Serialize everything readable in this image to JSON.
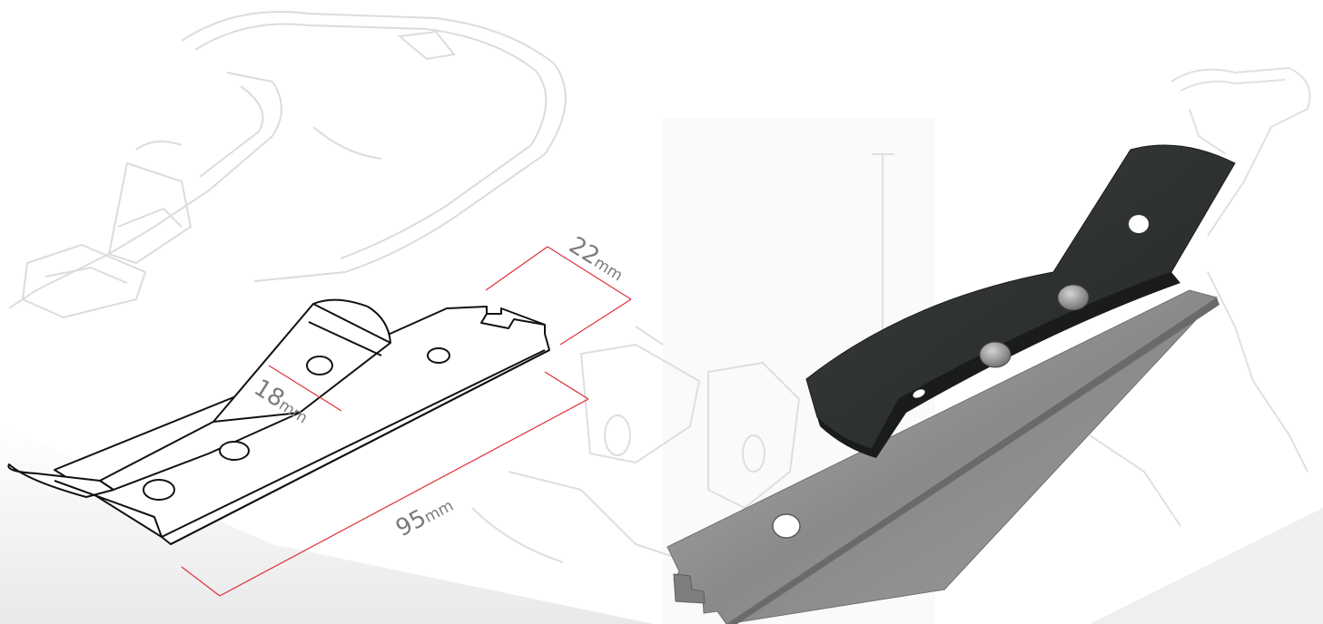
{
  "dimensions": [
    {
      "id": "width_top",
      "value": "22",
      "unit": "mm"
    },
    {
      "id": "hole_width",
      "value": "18",
      "unit": "mm"
    },
    {
      "id": "length",
      "value": "95",
      "unit": "mm"
    }
  ],
  "colors": {
    "dimension_line": "#e0303a",
    "dimension_text": "#7c7c7c",
    "drawing_line": "#111111",
    "ghost_line": "#dcdcdc",
    "steel": "#8e8e8e",
    "rubber": "#2f3331"
  }
}
